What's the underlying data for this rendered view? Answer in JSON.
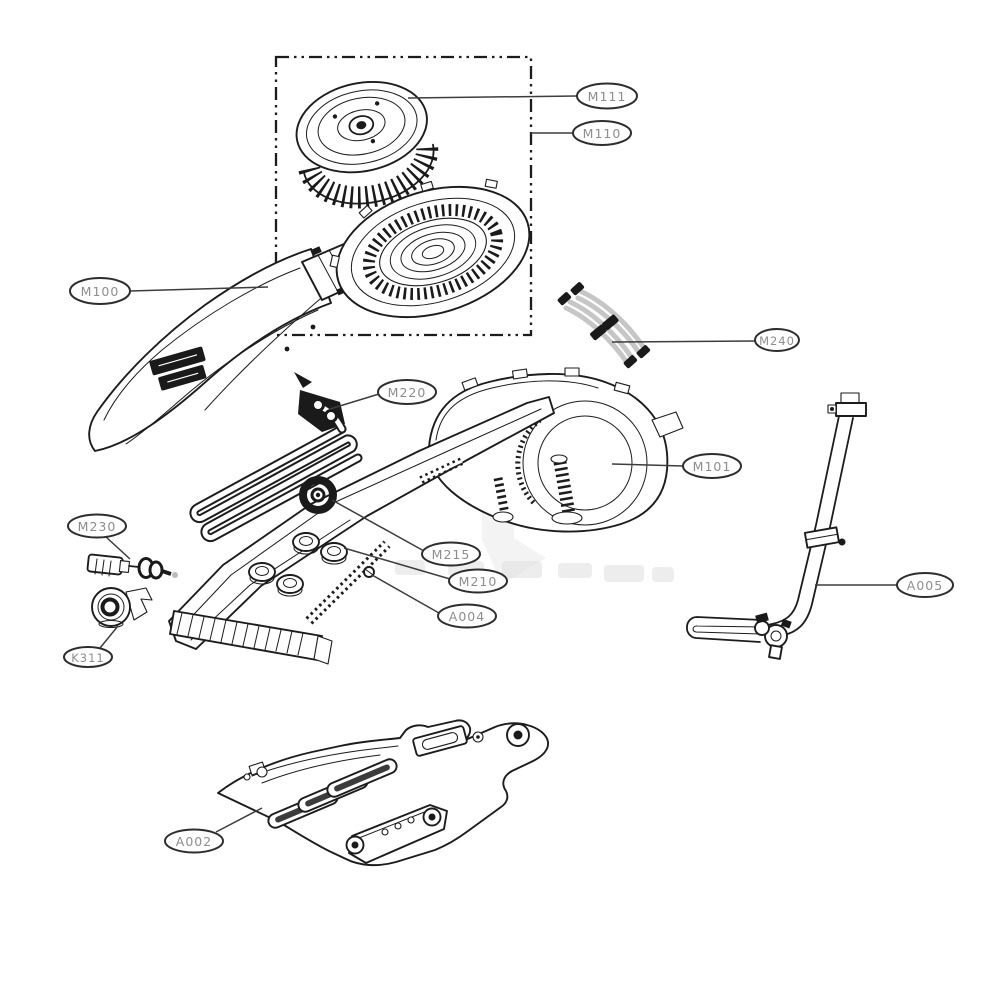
{
  "diagram": {
    "type": "exploded-parts-diagram",
    "description_visible_text_only": true
  },
  "colors": {
    "background": "#ffffff",
    "ink": "#1c1c1c",
    "label_text": "#8d8d8d",
    "oval_stroke": "#2d2d2d",
    "wire_gray": "#c6c6c6"
  },
  "callouts": [
    {
      "label": "M111"
    },
    {
      "label": "M110"
    },
    {
      "label": "M100"
    },
    {
      "label": "M240"
    },
    {
      "label": "M220"
    },
    {
      "label": "M101"
    },
    {
      "label": "M230"
    },
    {
      "label": "M215"
    },
    {
      "label": "M210"
    },
    {
      "label": "A004"
    },
    {
      "label": "K311"
    },
    {
      "label": "A005"
    },
    {
      "label": "A002"
    }
  ]
}
